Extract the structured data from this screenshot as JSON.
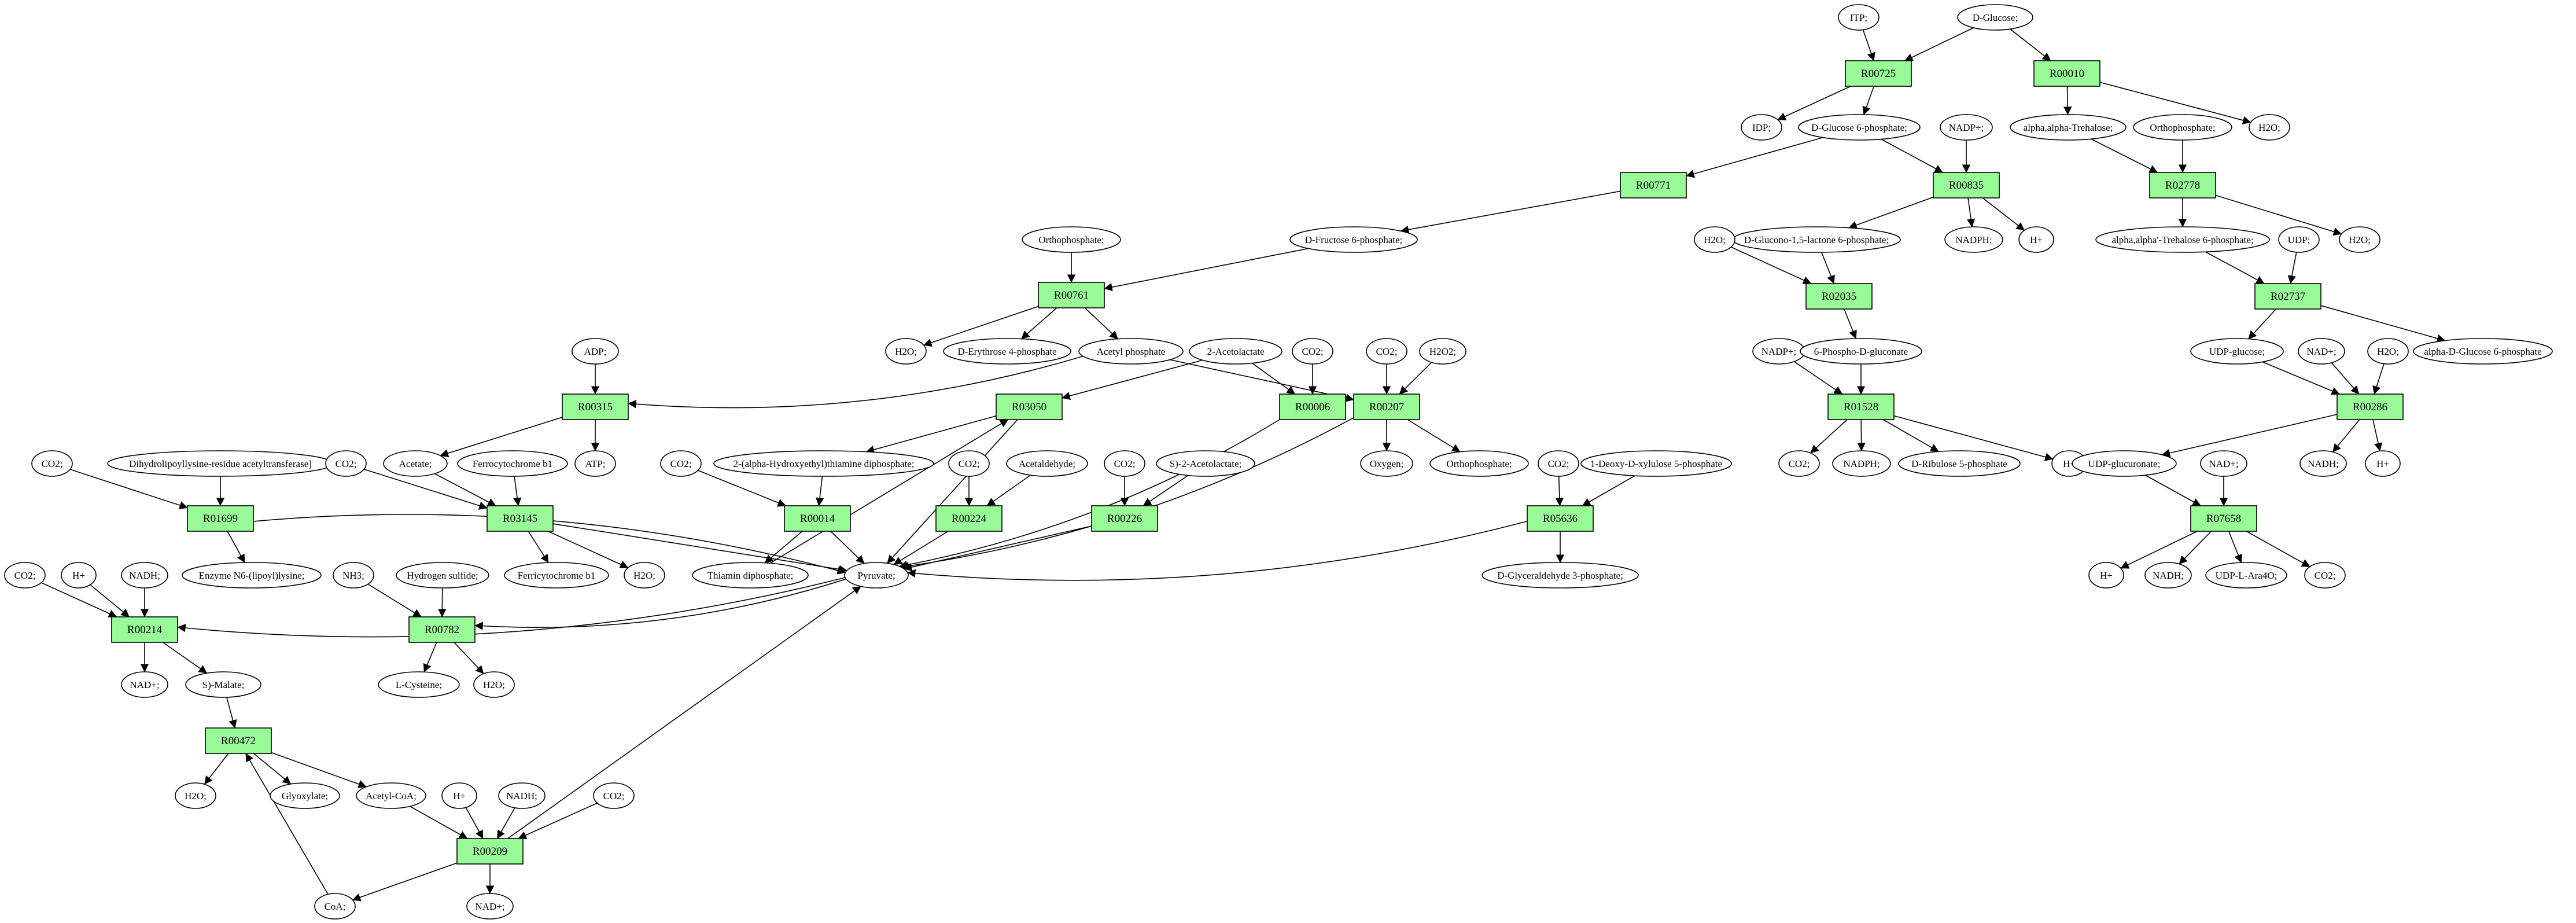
{
  "colors": {
    "reaction": "#98fb98",
    "source": "#00ff00",
    "target": "#ffff00",
    "compound": "#ffffff"
  },
  "reactions": [
    {
      "id": "R00725",
      "label": "R00725"
    },
    {
      "id": "R00010",
      "label": "R00010"
    },
    {
      "id": "R00771",
      "label": "R00771"
    },
    {
      "id": "R00835",
      "label": "R00835"
    },
    {
      "id": "R02778",
      "label": "R02778"
    },
    {
      "id": "R00761",
      "label": "R00761"
    },
    {
      "id": "R02035",
      "label": "R02035"
    },
    {
      "id": "R02737",
      "label": "R02737"
    },
    {
      "id": "R00315",
      "label": "R00315"
    },
    {
      "id": "R03050",
      "label": "R03050"
    },
    {
      "id": "R00006",
      "label": "R00006"
    },
    {
      "id": "R00207",
      "label": "R00207"
    },
    {
      "id": "R01528",
      "label": "R01528"
    },
    {
      "id": "R00286",
      "label": "R00286"
    },
    {
      "id": "R01699",
      "label": "R01699"
    },
    {
      "id": "R03145",
      "label": "R03145"
    },
    {
      "id": "R00014",
      "label": "R00014"
    },
    {
      "id": "R00224",
      "label": "R00224"
    },
    {
      "id": "R00226",
      "label": "R00226"
    },
    {
      "id": "R05636",
      "label": "R05636"
    },
    {
      "id": "R07658",
      "label": "R07658"
    },
    {
      "id": "R00214",
      "label": "R00214"
    },
    {
      "id": "R00782",
      "label": "R00782"
    },
    {
      "id": "R00472",
      "label": "R00472"
    },
    {
      "id": "R00209",
      "label": "R00209"
    }
  ],
  "compounds": [
    {
      "id": "c_itp",
      "label": "ITP;"
    },
    {
      "id": "c_glucose",
      "label": "D-Glucose;",
      "role": "source"
    },
    {
      "id": "c_idp",
      "label": "IDP;"
    },
    {
      "id": "c_g6p",
      "label": "D-Glucose 6-phosphate;"
    },
    {
      "id": "c_nadp_1",
      "label": "NADP+;"
    },
    {
      "id": "c_trehalose",
      "label": "alpha,alpha-Trehalose;"
    },
    {
      "id": "c_ortho_1",
      "label": "Orthophosphate;"
    },
    {
      "id": "c_h2o_1",
      "label": "H2O;"
    },
    {
      "id": "c_f6p",
      "label": "D-Fructose 6-phosphate;"
    },
    {
      "id": "c_ortho_2",
      "label": "Orthophosphate;"
    },
    {
      "id": "c_glucono",
      "label": "D-Glucono-1,5-lactone 6-phosphate;"
    },
    {
      "id": "c_nadph_1",
      "label": "NADPH;"
    },
    {
      "id": "c_h_1",
      "label": "H+"
    },
    {
      "id": "c_h2o_2",
      "label": "H2O;"
    },
    {
      "id": "c_t6p",
      "label": "alpha,alpha'-Trehalose 6-phosphate;"
    },
    {
      "id": "c_udp",
      "label": "UDP;"
    },
    {
      "id": "c_h2o_3",
      "label": "H2O;"
    },
    {
      "id": "c_h2o_4",
      "label": "H2O;"
    },
    {
      "id": "c_e4p",
      "label": "D-Erythrose 4-phosphate"
    },
    {
      "id": "c_acetylp",
      "label": "Acetyl phosphate"
    },
    {
      "id": "c_acetolactate",
      "label": "2-Acetolactate"
    },
    {
      "id": "c_co2_1",
      "label": "CO2;"
    },
    {
      "id": "c_co2_2",
      "label": "CO2;"
    },
    {
      "id": "c_h2o2",
      "label": "H2O2;"
    },
    {
      "id": "c_adp",
      "label": "ADP;"
    },
    {
      "id": "c_nadp_2",
      "label": "NADP+;"
    },
    {
      "id": "c_6pg",
      "label": "6-Phospho-D-gluconate"
    },
    {
      "id": "c_udpglc",
      "label": "UDP-glucose;"
    },
    {
      "id": "c_nad_1",
      "label": "NAD+;"
    },
    {
      "id": "c_h2o_5",
      "label": "H2O;"
    },
    {
      "id": "c_ag6p",
      "label": "alpha-D-Glucose 6-phosphate"
    },
    {
      "id": "c_atp",
      "label": "ATP;"
    },
    {
      "id": "c_acetate",
      "label": "Acetate;"
    },
    {
      "id": "c_fdx_red",
      "label": "Ferrocytochrome b1"
    },
    {
      "id": "c_co2_3",
      "label": "CO2;"
    },
    {
      "id": "c_oxygen",
      "label": "Oxygen;"
    },
    {
      "id": "c_ortho_3",
      "label": "Orthophosphate;"
    },
    {
      "id": "c_co2_4",
      "label": "CO2;"
    },
    {
      "id": "c_nadph_2",
      "label": "NADPH;"
    },
    {
      "id": "c_ribulose",
      "label": "D-Ribulose 5-phosphate"
    },
    {
      "id": "c_h_2",
      "label": "H+"
    },
    {
      "id": "c_udpglcur",
      "label": "UDP-glucuronate;"
    },
    {
      "id": "c_nad_2",
      "label": "NAD+;"
    },
    {
      "id": "c_nadh_1",
      "label": "NADH;"
    },
    {
      "id": "c_h_3",
      "label": "H+"
    },
    {
      "id": "c_co2_5",
      "label": "CO2;"
    },
    {
      "id": "c_dhlipoyl",
      "label": "Dihydrolipoyllysine-residue acetyltransferase]"
    },
    {
      "id": "c_co2_6",
      "label": "CO2;"
    },
    {
      "id": "c_hethpp",
      "label": "2-(alpha-Hydroxyethyl)thiamine diphosphate;"
    },
    {
      "id": "c_co2_7",
      "label": "CO2;"
    },
    {
      "id": "c_acetaldehyde",
      "label": "Acetaldehyde;"
    },
    {
      "id": "c_co2_8",
      "label": "CO2;"
    },
    {
      "id": "c_s2acetolactate",
      "label": "S)-2-Acetolactate;"
    },
    {
      "id": "c_co2_9",
      "label": "CO2;"
    },
    {
      "id": "c_dxp",
      "label": "1-Deoxy-D-xylulose 5-phosphate"
    },
    {
      "id": "c_enzyme",
      "label": "Enzyme N6-(lipoyl)lysine;"
    },
    {
      "id": "c_fdx_ox",
      "label": "Ferricytochrome b1"
    },
    {
      "id": "c_h2o_6",
      "label": "H2O;"
    },
    {
      "id": "c_tpp",
      "label": "Thiamin diphosphate;"
    },
    {
      "id": "c_pyruvate",
      "label": "Pyruvate;"
    },
    {
      "id": "c_ga3p",
      "label": "D-Glyceraldehyde 3-phosphate;"
    },
    {
      "id": "c_h_4",
      "label": "H+"
    },
    {
      "id": "c_nadh_2",
      "label": "NADH;"
    },
    {
      "id": "c_udpara",
      "label": "UDP-L-Ara4O;"
    },
    {
      "id": "c_co2_10",
      "label": "CO2;"
    },
    {
      "id": "c_co2_11",
      "label": "CO2;"
    },
    {
      "id": "c_h_5",
      "label": "H+"
    },
    {
      "id": "c_nadh_3",
      "label": "NADH;"
    },
    {
      "id": "c_nh3",
      "label": "NH3;"
    },
    {
      "id": "c_h2s",
      "label": "Hydrogen sulfide;"
    },
    {
      "id": "c_nad_3",
      "label": "NAD+;"
    },
    {
      "id": "c_malate",
      "label": "S)-Malate;"
    },
    {
      "id": "c_cysteine",
      "label": "L-Cysteine;",
      "role": "target"
    },
    {
      "id": "c_h2o_7",
      "label": "H2O;"
    },
    {
      "id": "c_h2o_8",
      "label": "H2O;"
    },
    {
      "id": "c_glyoxylate",
      "label": "Glyoxylate;"
    },
    {
      "id": "c_acetylcoa",
      "label": "Acetyl-CoA;"
    },
    {
      "id": "c_h_6",
      "label": "H+"
    },
    {
      "id": "c_nadh_4",
      "label": "NADH;"
    },
    {
      "id": "c_co2_12",
      "label": "CO2;"
    },
    {
      "id": "c_coa",
      "label": "CoA;"
    },
    {
      "id": "c_nad_4",
      "label": "NAD+;"
    }
  ],
  "edges": [
    [
      "c_itp",
      "R00725"
    ],
    [
      "c_glucose",
      "R00725"
    ],
    [
      "R00725",
      "c_idp"
    ],
    [
      "R00725",
      "c_g6p"
    ],
    [
      "c_glucose",
      "R00010"
    ],
    [
      "R00010",
      "c_trehalose"
    ],
    [
      "R00010",
      "c_h2o_1"
    ],
    [
      "c_g6p",
      "R00771"
    ],
    [
      "R00771",
      "c_f6p"
    ],
    [
      "c_g6p",
      "R00835"
    ],
    [
      "c_nadp_1",
      "R00835"
    ],
    [
      "R00835",
      "c_glucono"
    ],
    [
      "R00835",
      "c_nadph_1"
    ],
    [
      "R00835",
      "c_h_1"
    ],
    [
      "c_trehalose",
      "R02778"
    ],
    [
      "c_ortho_1",
      "R02778"
    ],
    [
      "R02778",
      "c_t6p"
    ],
    [
      "R02778",
      "c_h2o_3"
    ],
    [
      "c_f6p",
      "R00761"
    ],
    [
      "c_ortho_2",
      "R00761"
    ],
    [
      "R00761",
      "c_h2o_4"
    ],
    [
      "R00761",
      "c_e4p"
    ],
    [
      "R00761",
      "c_acetylp"
    ],
    [
      "c_glucono",
      "R02035"
    ],
    [
      "c_h2o_2",
      "R02035"
    ],
    [
      "R02035",
      "c_6pg"
    ],
    [
      "c_t6p",
      "R02737"
    ],
    [
      "c_udp",
      "R02737"
    ],
    [
      "R02737",
      "c_udpglc"
    ],
    [
      "R02737",
      "c_ag6p"
    ],
    [
      "c_acetylp",
      "R00315"
    ],
    [
      "c_adp",
      "R00315"
    ],
    [
      "R00315",
      "c_atp"
    ],
    [
      "R00315",
      "c_acetate"
    ],
    [
      "c_acetolactate",
      "R03050"
    ],
    [
      "R03050",
      "c_hethpp"
    ],
    [
      "R03050",
      "c_pyruvate"
    ],
    [
      "c_acetolactate",
      "R00006"
    ],
    [
      "c_co2_1",
      "R00006"
    ],
    [
      "R00006",
      "c_pyruvate"
    ],
    [
      "c_acetylp",
      "R00207"
    ],
    [
      "c_co2_2",
      "R00207"
    ],
    [
      "c_h2o2",
      "R00207"
    ],
    [
      "R00207",
      "c_oxygen"
    ],
    [
      "R00207",
      "c_ortho_3"
    ],
    [
      "R00207",
      "c_pyruvate"
    ],
    [
      "c_6pg",
      "R01528"
    ],
    [
      "c_nadp_2",
      "R01528"
    ],
    [
      "R01528",
      "c_co2_4"
    ],
    [
      "R01528",
      "c_nadph_2"
    ],
    [
      "R01528",
      "c_ribulose"
    ],
    [
      "R01528",
      "c_h_2"
    ],
    [
      "c_udpglc",
      "R00286"
    ],
    [
      "c_nad_1",
      "R00286"
    ],
    [
      "c_h2o_5",
      "R00286"
    ],
    [
      "R00286",
      "c_udpglcur"
    ],
    [
      "R00286",
      "c_nadh_1"
    ],
    [
      "R00286",
      "c_h_3"
    ],
    [
      "c_co2_5",
      "R01699"
    ],
    [
      "c_dhlipoyl",
      "R01699"
    ],
    [
      "R01699",
      "c_enzyme"
    ],
    [
      "R01699",
      "c_pyruvate"
    ],
    [
      "c_acetate",
      "R03145"
    ],
    [
      "c_fdx_red",
      "R03145"
    ],
    [
      "c_co2_6",
      "R03145"
    ],
    [
      "R03145",
      "c_fdx_ox"
    ],
    [
      "R03145",
      "c_h2o_6"
    ],
    [
      "R03145",
      "c_pyruvate"
    ],
    [
      "c_hethpp",
      "R00014"
    ],
    [
      "c_co2_7",
      "R00014"
    ],
    [
      "R00014",
      "c_tpp"
    ],
    [
      "R00014",
      "c_pyruvate"
    ],
    [
      "c_co2_8",
      "R00224"
    ],
    [
      "c_acetaldehyde",
      "R00224"
    ],
    [
      "R00224",
      "c_pyruvate"
    ],
    [
      "c_co2_9",
      "R00226"
    ],
    [
      "c_s2acetolactate",
      "R00226"
    ],
    [
      "R00226",
      "c_pyruvate"
    ],
    [
      "c_co2_3",
      "R05636"
    ],
    [
      "c_dxp",
      "R05636"
    ],
    [
      "R05636",
      "c_ga3p"
    ],
    [
      "R05636",
      "c_pyruvate"
    ],
    [
      "c_udpglcur",
      "R07658"
    ],
    [
      "c_nad_2",
      "R07658"
    ],
    [
      "R07658",
      "c_h_4"
    ],
    [
      "R07658",
      "c_nadh_2"
    ],
    [
      "R07658",
      "c_udpara"
    ],
    [
      "R07658",
      "c_co2_10"
    ],
    [
      "c_co2_11",
      "R00214"
    ],
    [
      "c_h_5",
      "R00214"
    ],
    [
      "c_nadh_3",
      "R00214"
    ],
    [
      "c_pyruvate",
      "R00214"
    ],
    [
      "R00214",
      "c_nad_3"
    ],
    [
      "R00214",
      "c_malate"
    ],
    [
      "c_nh3",
      "R00782"
    ],
    [
      "c_h2s",
      "R00782"
    ],
    [
      "c_pyruvate",
      "R00782"
    ],
    [
      "R00782",
      "c_cysteine"
    ],
    [
      "R00782",
      "c_h2o_7"
    ],
    [
      "c_malate",
      "R00472"
    ],
    [
      "c_coa",
      "R00472"
    ],
    [
      "R00472",
      "c_h2o_8"
    ],
    [
      "R00472",
      "c_glyoxylate"
    ],
    [
      "R00472",
      "c_acetylcoa"
    ],
    [
      "c_acetylcoa",
      "R00209"
    ],
    [
      "c_h_6",
      "R00209"
    ],
    [
      "c_nadh_4",
      "R00209"
    ],
    [
      "c_co2_12",
      "R00209"
    ],
    [
      "R00209",
      "c_coa"
    ],
    [
      "R00209",
      "c_nad_4"
    ],
    [
      "R00209",
      "c_pyruvate"
    ],
    [
      "c_tpp",
      "R03050"
    ]
  ]
}
